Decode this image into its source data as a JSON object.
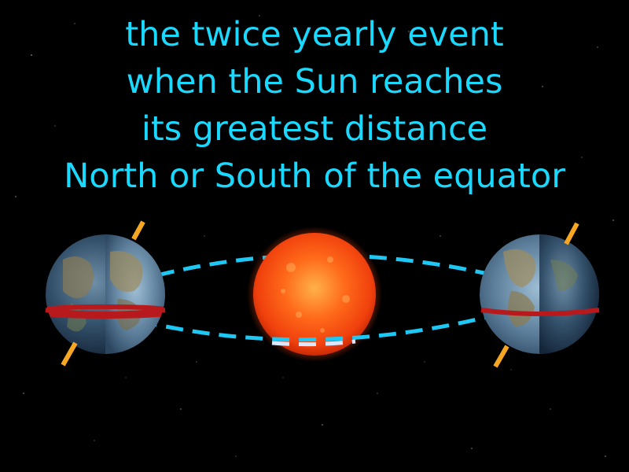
{
  "definition": {
    "lines": [
      "the twice yearly event",
      "when the Sun reaches",
      "its greatest distance",
      "North or South of the equator"
    ]
  },
  "colors": {
    "background": "#000000",
    "text": "#1ad9ff",
    "orbit": "#1ec8f5",
    "axis": "#f5a623",
    "equator": "#b8191c",
    "sun": "#ff5a12"
  },
  "icons": {
    "sun": "sun-icon",
    "earth": "earth-globe-icon"
  }
}
